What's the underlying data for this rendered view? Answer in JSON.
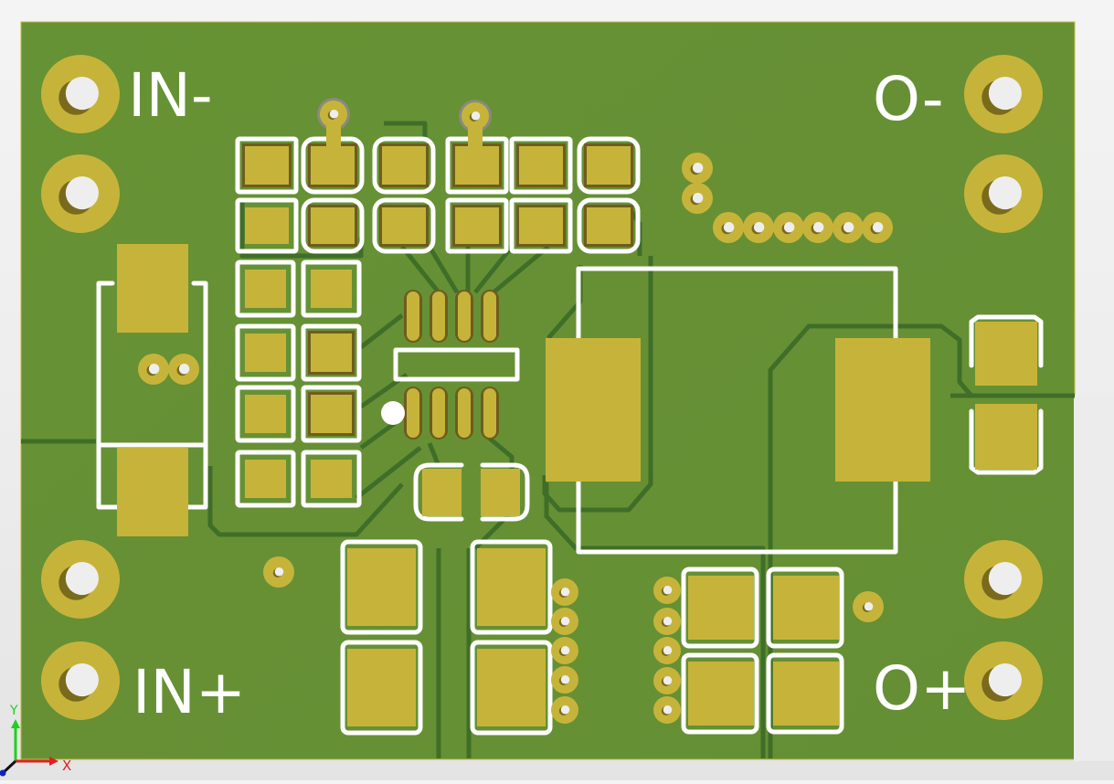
{
  "viewer": {
    "view": "3D board view - top",
    "colors": {
      "background": "#ececec",
      "board": "#679035",
      "board_edge": "#c8b840",
      "copper_pad": "#c6b43a",
      "pad_dark": "#6e5c1e",
      "trace": "#3f6e28",
      "silkscreen": "#ffffff",
      "drill": "#eeeeee"
    }
  },
  "board": {
    "labels": {
      "in_minus": "IN-",
      "in_plus": "IN+",
      "out_minus": "O-",
      "out_plus": "O+"
    }
  },
  "axes": {
    "x_label": "X",
    "y_label": "Y",
    "x_color": "#e02020",
    "y_color": "#20d020",
    "z_color": "#1020c0"
  }
}
